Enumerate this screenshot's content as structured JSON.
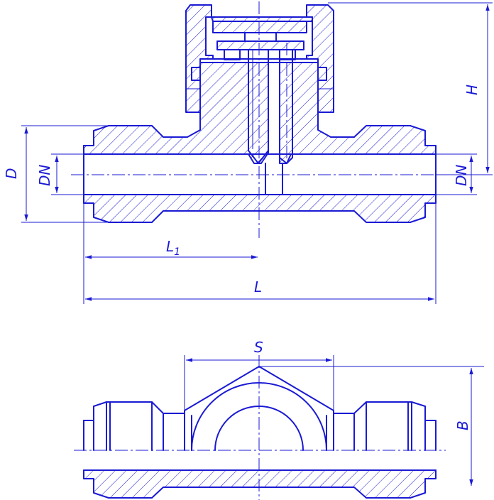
{
  "labels": {
    "d": "D",
    "dn_left": "DN",
    "dn_right": "DN",
    "h": "H",
    "l1_main": "L",
    "l1_sub": "1",
    "l": "L",
    "s": "S",
    "b": "B"
  },
  "colors": {
    "line": "#1a1ad4",
    "paper": "#ffffff"
  }
}
